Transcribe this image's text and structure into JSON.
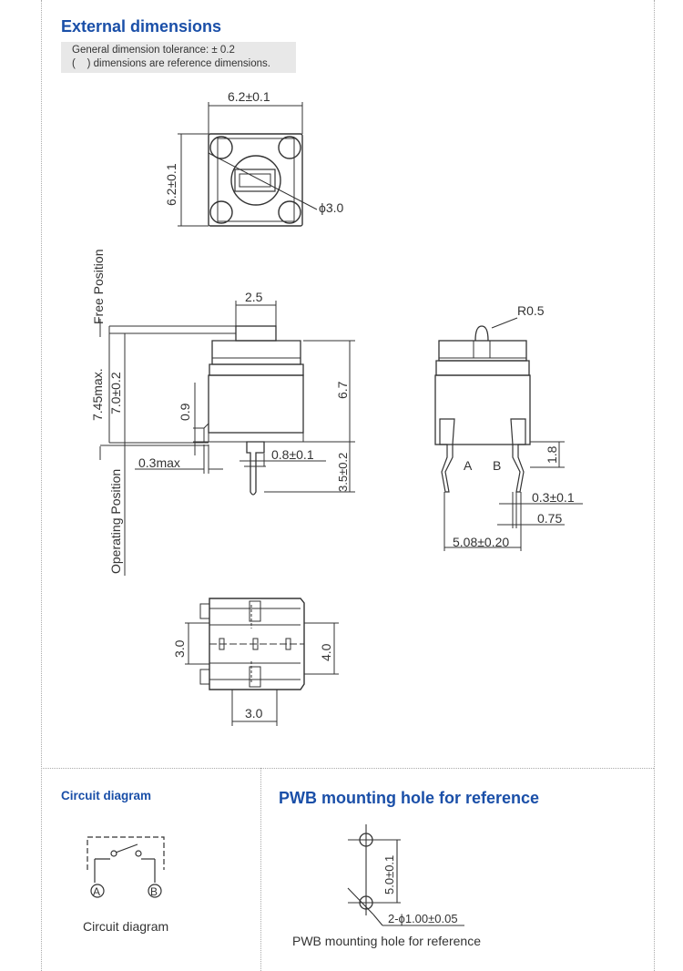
{
  "external": {
    "heading": "External dimensions",
    "tolerance_note": "General dimension tolerance: ± 0.2",
    "reference_note": "(    ) dimensions are reference dimensions."
  },
  "top_view": {
    "width_label": "6.2±0.1",
    "height_label": "6.2±0.1",
    "diameter_label": "ϕ3.0"
  },
  "side_view": {
    "free_position_label": "Free Position",
    "operating_position_label": "Operating Position",
    "max_height_label": "7.45max.",
    "height_label": "7.0±0.2",
    "actuator_width_label": "2.5",
    "body_height_label": "6.7",
    "dim_09_label": "0.9",
    "dim_03max_label": "0.3max",
    "terminal_width_label": "0.8±0.1",
    "terminal_length_label": "3.5±0.2"
  },
  "end_view": {
    "radius_label": "R0.5",
    "terminal_a_label": "A",
    "terminal_b_label": "B",
    "dim_18_label": "1.8",
    "thickness_label": "0.3±0.1",
    "dim_075_label": "0.75",
    "pitch_label": "5.08±0.20"
  },
  "bottom_view": {
    "left_label": "3.0",
    "right_label": "4.0",
    "bottom_label": "3.0"
  },
  "circuit": {
    "heading": "Circuit diagram",
    "terminal_a": "A",
    "terminal_b": "B",
    "caption": "Circuit diagram"
  },
  "pwb": {
    "heading": "PWB mounting hole for reference",
    "pitch_label": "5.0±0.1",
    "hole_label": "2-ϕ1.00±0.05",
    "caption": "PWB mounting hole for reference"
  }
}
